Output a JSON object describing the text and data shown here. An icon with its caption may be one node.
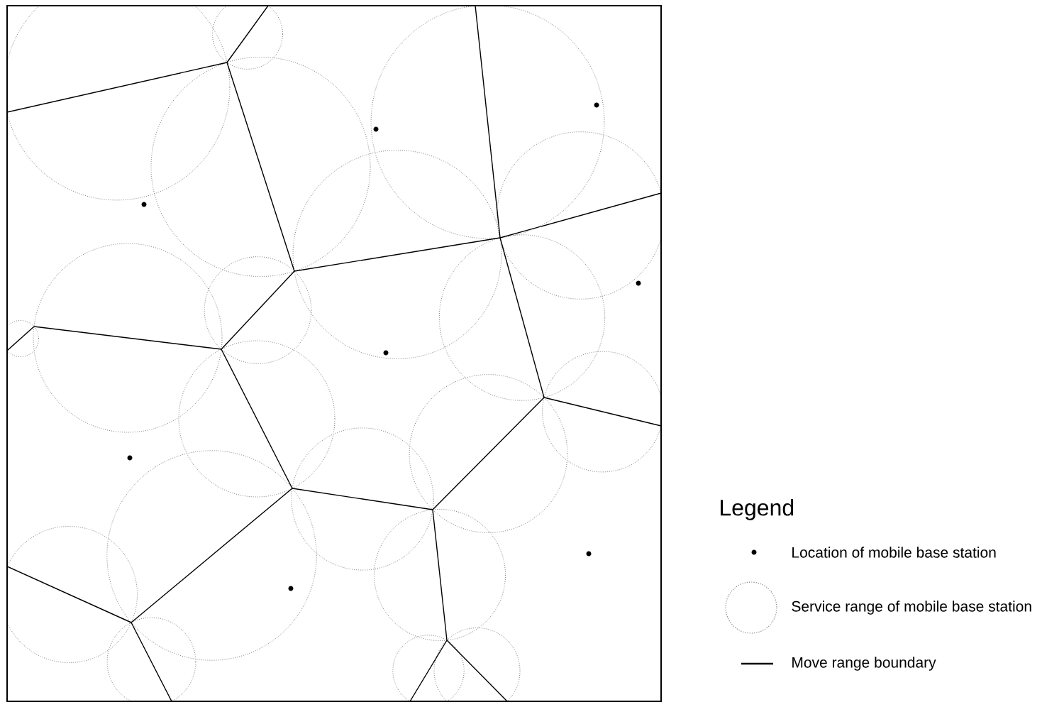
{
  "diagram": {
    "labels": [
      "Legend"
    ],
    "legend": [
      {
        "text": "Location of mobile base station"
      },
      {
        "text": "Service range of mobile base station"
      },
      {
        "text": "Move range boundary"
      }
    ]
  }
}
